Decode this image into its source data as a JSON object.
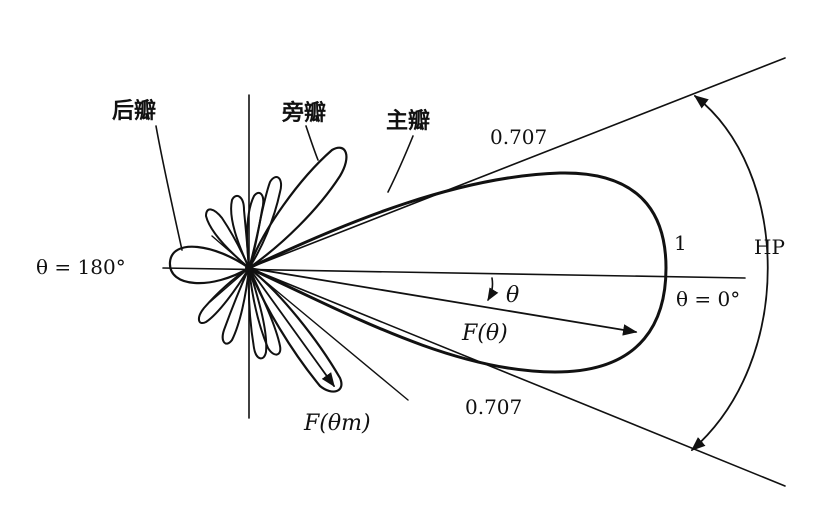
{
  "figure": {
    "labels": {
      "back_lobe": "后瓣",
      "side_lobe": "旁瓣",
      "main_lobe": "主瓣",
      "half_power_upper": "0.707",
      "half_power_lower": "0.707",
      "peak_value": "1",
      "half_power_width": "HP",
      "angle_180": "θ = 180°",
      "angle_0": "θ = 0°",
      "theta": "θ",
      "f_theta": "F(θ)",
      "f_theta_m": "F(θm)"
    },
    "colors": {
      "ink": "#111111",
      "background": "#ffffff"
    }
  }
}
